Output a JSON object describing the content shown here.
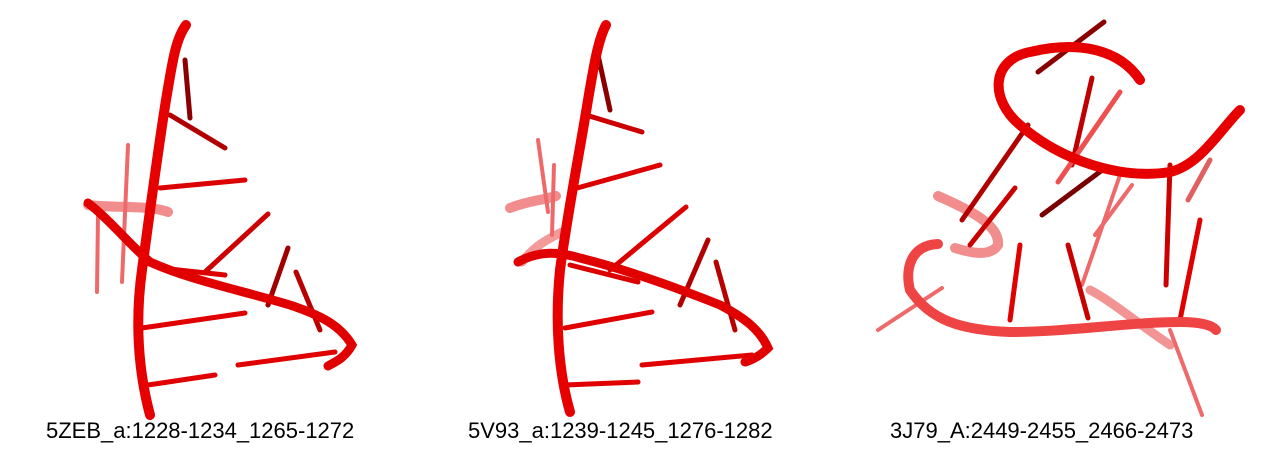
{
  "colors": {
    "strand": "#e00000",
    "strand_dark": "#9a0000",
    "strand_faded": "#ee6a6a",
    "caption": "#000000"
  },
  "panels": [
    {
      "caption": "5ZEB_a:1228-1234_1265-1272"
    },
    {
      "caption": "5V93_a:1239-1245_1276-1282"
    },
    {
      "caption": "3J79_A:2449-2455_2466-2473"
    }
  ]
}
